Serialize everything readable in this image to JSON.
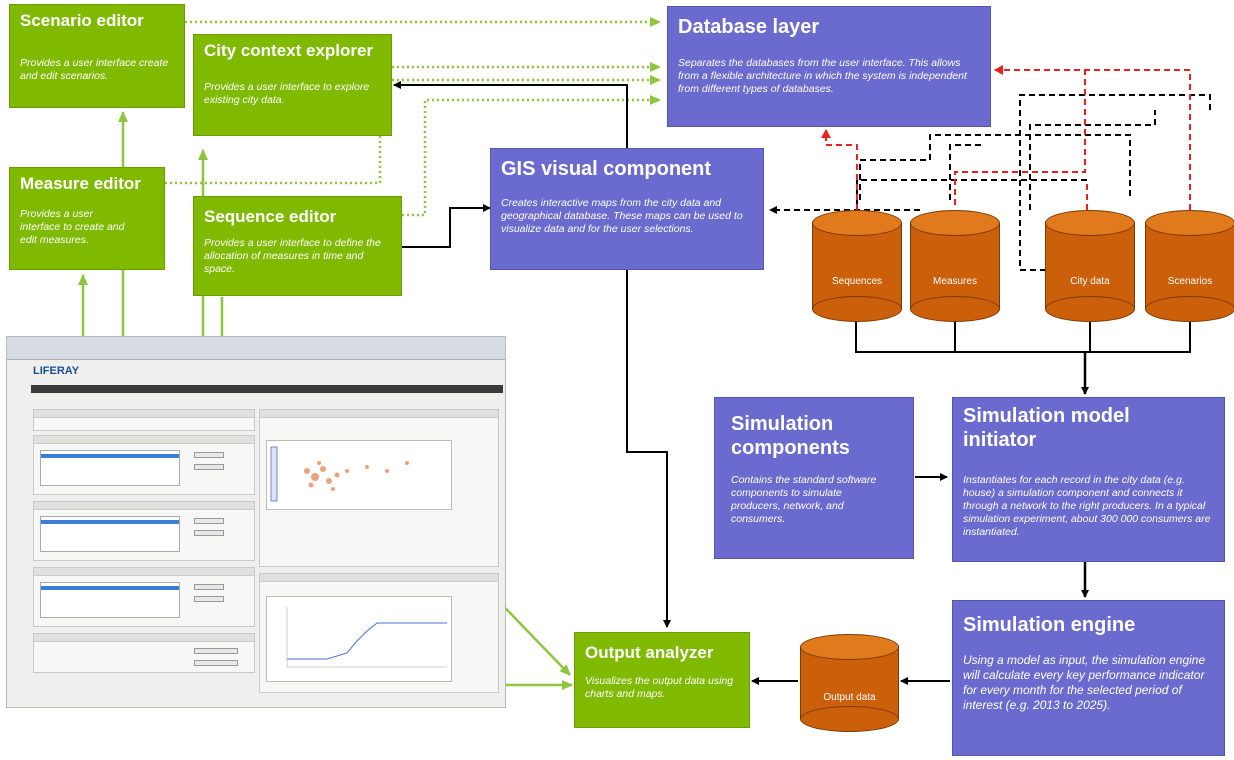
{
  "colors": {
    "green": "#7fba00",
    "purple": "#6b6bcf",
    "cylinder": "#cc5f0a",
    "red_arrow": "#e8201e"
  },
  "scenario_editor": {
    "title": "Scenario editor",
    "desc": "Provides a user interface create and edit scenarios."
  },
  "city_context": {
    "title": "City context explorer",
    "desc": "Provides a user interface to explore existing city data."
  },
  "measure_editor": {
    "title": "Measure editor",
    "desc": "Provides a user interface to create and edit measures."
  },
  "sequence_editor": {
    "title": "Sequence editor",
    "desc": "Provides a user interface to define the allocation of measures in time and space."
  },
  "database_layer": {
    "title": "Database layer",
    "desc": "Separates the databases from the user interface. This allows from a flexible architecture in which the system is independent from different types of databases."
  },
  "gis": {
    "title": "GIS visual component",
    "desc": "Creates interactive maps from the city data and geographical database. These maps can be used to visualize data and for the user selections."
  },
  "sim_components": {
    "title": "Simulation components",
    "desc": "Contains the standard software components to simulate producers, network, and consumers."
  },
  "sim_initiator": {
    "title": "Simulation model initiator",
    "desc": "Instantiates for each record in the city data (e.g. house) a simulation component and connects it through a network to the right producers. In a typical simulation experiment, about 300 000 consumers are instantiated."
  },
  "sim_engine": {
    "title": "Simulation engine",
    "desc": "Using a model as input, the simulation engine will calculate every key performance indicator for every month for the selected period of interest (e.g. 2013 to 2025)."
  },
  "output_analyzer": {
    "title": "Output analyzer",
    "desc": "Visualizes the output data using charts and maps."
  },
  "databases": {
    "sequences": "Sequences",
    "measures": "Measures",
    "city_data": "City data",
    "scenarios": "Scenarios",
    "output_data": "Output data"
  },
  "screenshot": {
    "logo": "LIFERAY"
  }
}
